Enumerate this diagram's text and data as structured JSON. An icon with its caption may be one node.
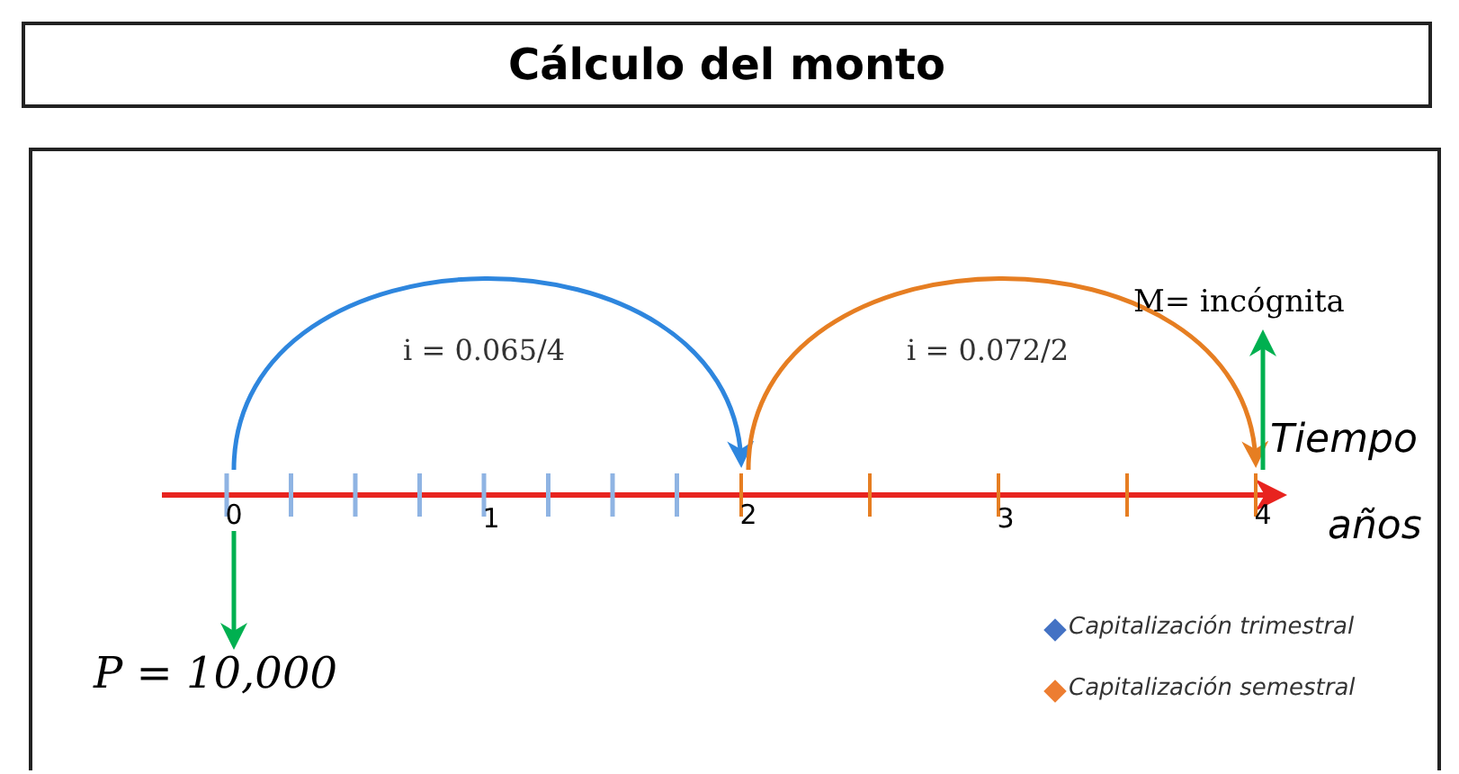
{
  "diagram": {
    "title": "Cálculo del monto",
    "nodes": [
      {
        "text": [
          "0"
        ]
      },
      {
        "text": [
          "2"
        ]
      },
      {
        "text": [
          "4"
        ]
      },
      {
        "text": [
          "P = 10,000"
        ]
      },
      {
        "text": [
          "M= incógnita"
        ]
      }
    ],
    "edges": [
      {
        "from": 0,
        "to": 1,
        "arrow": "to",
        "label": "i = 0.065/4",
        "color": "#2e86de"
      },
      {
        "from": 1,
        "to": 2,
        "arrow": "to",
        "label": "i = 0.072/2",
        "color": "#e67e22"
      },
      {
        "from": 0,
        "to": 3,
        "arrow": "to",
        "color": "#00b050"
      },
      {
        "from": 2,
        "to": 4,
        "arrow": "to",
        "color": "#00b050"
      }
    ],
    "labels": [
      "1",
      "3",
      "Tiempo",
      "años"
    ],
    "legend": [
      {
        "text": "Capitalización trimestral",
        "color": "#4472c4"
      },
      {
        "text": "Capitalización semestral",
        "color": "#ed7d31"
      }
    ]
  }
}
